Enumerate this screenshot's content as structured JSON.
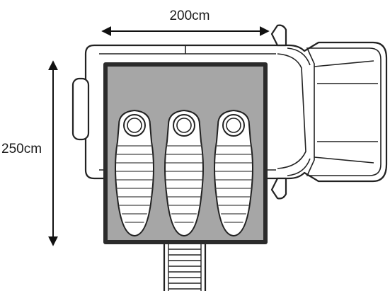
{
  "dimensions": {
    "width_label": "200cm",
    "length_label": "250cm"
  },
  "sleeping_bags": [
    {
      "name": "sleeping-bag-1"
    },
    {
      "name": "sleeping-bag-2"
    },
    {
      "name": "sleeping-bag-3"
    }
  ],
  "colors": {
    "tent_floor": "#a6a6a6",
    "tent_border": "#2b2b2b",
    "outline": "#222222",
    "background": "#ffffff"
  }
}
